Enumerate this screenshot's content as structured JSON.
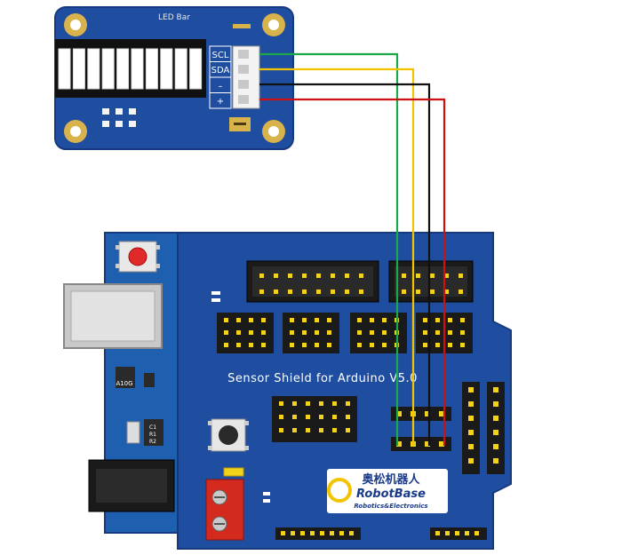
{
  "led_module": {
    "title": "LED Bar",
    "pins": [
      "SCL",
      "SDA",
      "–",
      "+"
    ],
    "segments": 10
  },
  "shield": {
    "title": "Sensor Shield for Arduino V5.0",
    "logo_cn": "奥松机器人",
    "logo_en": "RobotBase",
    "logo_sub": "Robotics&Electronics"
  },
  "arduino": {
    "chip_label": "A10G",
    "tiny_labels": [
      "C1",
      "R1",
      "R2"
    ]
  },
  "wires": [
    {
      "signal": "SCL",
      "color": "#1aa84a"
    },
    {
      "signal": "SDA",
      "color": "#f2c300"
    },
    {
      "signal": "GND",
      "color": "#111111"
    },
    {
      "signal": "VCC",
      "color": "#cc1111"
    }
  ],
  "colors": {
    "pcb_blue": "#1f4ea0",
    "pcb_dark": "#153a80",
    "gold": "#d8b24a",
    "header_black": "#1a1a1a",
    "header_pin": "#f2d21b",
    "white_led": "#ffffff"
  }
}
